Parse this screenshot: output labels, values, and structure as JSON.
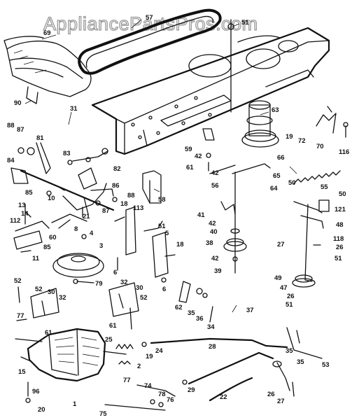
{
  "watermark": "AppliancePartsPros.com",
  "callouts": [
    {
      "id": "c57",
      "label": "57"
    },
    {
      "id": "c69",
      "label": "69"
    },
    {
      "id": "c51a",
      "label": "51"
    },
    {
      "id": "c90",
      "label": "90"
    },
    {
      "id": "c31",
      "label": "31"
    },
    {
      "id": "c63a",
      "label": "63"
    },
    {
      "id": "c88a",
      "label": "88"
    },
    {
      "id": "c87a",
      "label": "87"
    },
    {
      "id": "c81",
      "label": "81"
    },
    {
      "id": "c83",
      "label": "83"
    },
    {
      "id": "c82",
      "label": "82"
    },
    {
      "id": "c84",
      "label": "84"
    },
    {
      "id": "c85a",
      "label": "85"
    },
    {
      "id": "c86",
      "label": "86"
    },
    {
      "id": "c88b",
      "label": "88"
    },
    {
      "id": "c87b",
      "label": "87"
    },
    {
      "id": "c10",
      "label": "10"
    },
    {
      "id": "c21",
      "label": "21"
    },
    {
      "id": "c13",
      "label": "13"
    },
    {
      "id": "c14",
      "label": "14"
    },
    {
      "id": "c112",
      "label": "112"
    },
    {
      "id": "c60",
      "label": "60"
    },
    {
      "id": "c8",
      "label": "8"
    },
    {
      "id": "c85b",
      "label": "85"
    },
    {
      "id": "c11",
      "label": "11"
    },
    {
      "id": "c4",
      "label": "4"
    },
    {
      "id": "c3",
      "label": "3"
    },
    {
      "id": "c18a",
      "label": "18"
    },
    {
      "id": "c113",
      "label": "113"
    },
    {
      "id": "c58",
      "label": "58"
    },
    {
      "id": "c51b",
      "label": "51"
    },
    {
      "id": "c5",
      "label": "5"
    },
    {
      "id": "c18b",
      "label": "18"
    },
    {
      "id": "c6a",
      "label": "6"
    },
    {
      "id": "c6b",
      "label": "6"
    },
    {
      "id": "c79",
      "label": "79"
    },
    {
      "id": "c59",
      "label": "59"
    },
    {
      "id": "c42a",
      "label": "42"
    },
    {
      "id": "c61a",
      "label": "61"
    },
    {
      "id": "c19a",
      "label": "19"
    },
    {
      "id": "c72",
      "label": "72"
    },
    {
      "id": "c70",
      "label": "70"
    },
    {
      "id": "c116",
      "label": "116"
    },
    {
      "id": "c66",
      "label": "66"
    },
    {
      "id": "c42b",
      "label": "42"
    },
    {
      "id": "c56",
      "label": "56"
    },
    {
      "id": "c65",
      "label": "65"
    },
    {
      "id": "c64",
      "label": "64"
    },
    {
      "id": "c55",
      "label": "55"
    },
    {
      "id": "c50a",
      "label": "50"
    },
    {
      "id": "c50b",
      "label": "50"
    },
    {
      "id": "c121",
      "label": "121"
    },
    {
      "id": "c41",
      "label": "41"
    },
    {
      "id": "c42c",
      "label": "42"
    },
    {
      "id": "c40",
      "label": "40"
    },
    {
      "id": "c38",
      "label": "38"
    },
    {
      "id": "c42d",
      "label": "42"
    },
    {
      "id": "c39",
      "label": "39"
    },
    {
      "id": "c48",
      "label": "48"
    },
    {
      "id": "c118",
      "label": "118"
    },
    {
      "id": "c27a",
      "label": "27"
    },
    {
      "id": "c26a",
      "label": "26"
    },
    {
      "id": "c51c",
      "label": "51"
    },
    {
      "id": "c49",
      "label": "49"
    },
    {
      "id": "c47",
      "label": "47"
    },
    {
      "id": "c26b",
      "label": "26"
    },
    {
      "id": "c51d",
      "label": "51"
    },
    {
      "id": "c52a",
      "label": "52"
    },
    {
      "id": "c52b",
      "label": "52"
    },
    {
      "id": "c30a",
      "label": "30"
    },
    {
      "id": "c32a",
      "label": "32"
    },
    {
      "id": "c77a",
      "label": "77"
    },
    {
      "id": "c61b",
      "label": "61"
    },
    {
      "id": "c32b",
      "label": "32"
    },
    {
      "id": "c30b",
      "label": "30"
    },
    {
      "id": "c52c",
      "label": "52"
    },
    {
      "id": "c61c",
      "label": "61"
    },
    {
      "id": "c62",
      "label": "62"
    },
    {
      "id": "c35a",
      "label": "35"
    },
    {
      "id": "c36",
      "label": "36"
    },
    {
      "id": "c34",
      "label": "34"
    },
    {
      "id": "c37",
      "label": "37"
    },
    {
      "id": "c25",
      "label": "25"
    },
    {
      "id": "c19b",
      "label": "19"
    },
    {
      "id": "c24",
      "label": "24"
    },
    {
      "id": "c2",
      "label": "2"
    },
    {
      "id": "c28",
      "label": "28"
    },
    {
      "id": "c35b",
      "label": "35"
    },
    {
      "id": "c35c",
      "label": "35"
    },
    {
      "id": "c53",
      "label": "53"
    },
    {
      "id": "c15",
      "label": "15"
    },
    {
      "id": "c96",
      "label": "96"
    },
    {
      "id": "c20",
      "label": "20"
    },
    {
      "id": "c1",
      "label": "1"
    },
    {
      "id": "c77b",
      "label": "77"
    },
    {
      "id": "c74",
      "label": "74"
    },
    {
      "id": "c29",
      "label": "29"
    },
    {
      "id": "c22",
      "label": "22"
    },
    {
      "id": "c78",
      "label": "78"
    },
    {
      "id": "c76",
      "label": "76"
    },
    {
      "id": "c75",
      "label": "75"
    },
    {
      "id": "c26c",
      "label": "26"
    },
    {
      "id": "c27b",
      "label": "27"
    }
  ]
}
